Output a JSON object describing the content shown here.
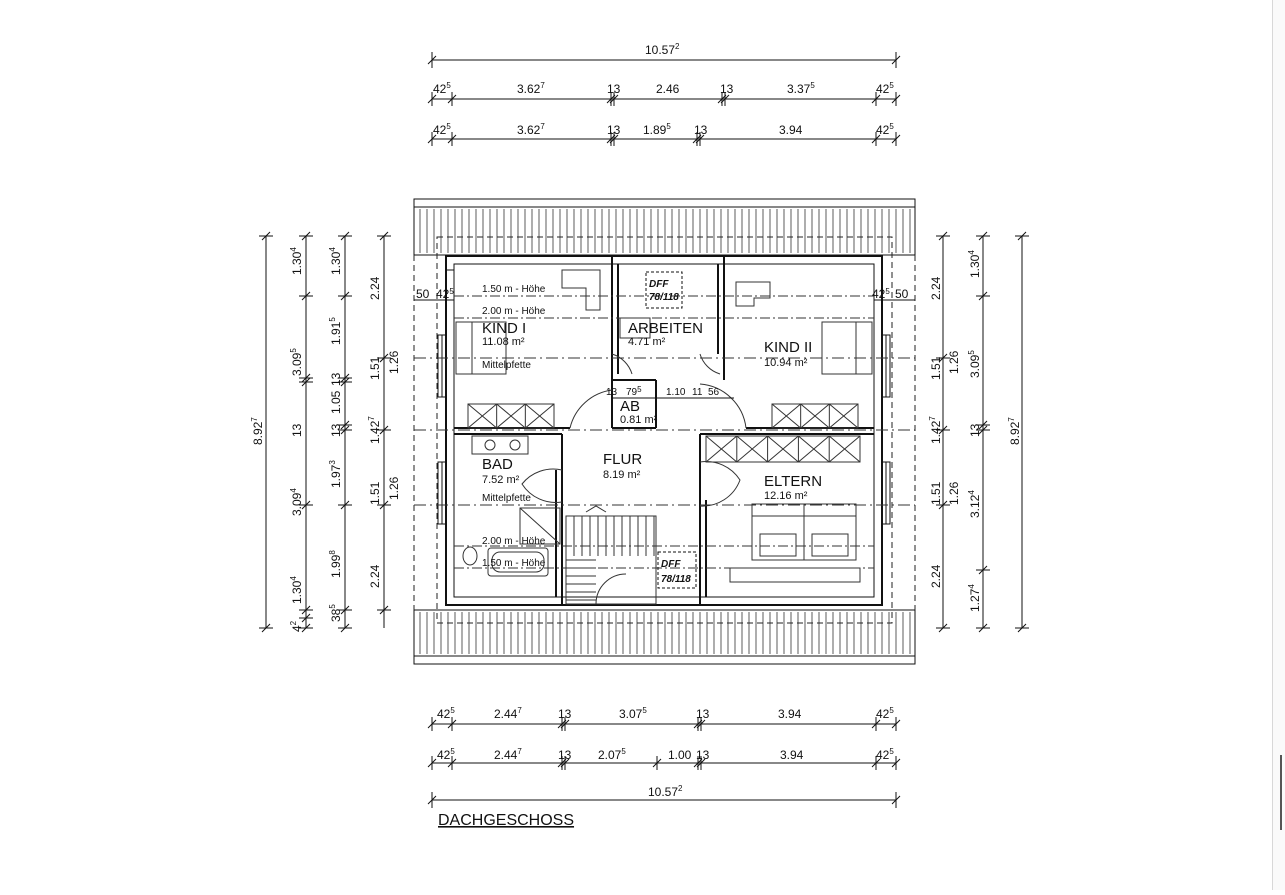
{
  "title": "DACHGESCHOSS",
  "top_dims": {
    "overall": {
      "main": "10.57",
      "sup": "2"
    },
    "row1": [
      {
        "main": "42",
        "sup": "5"
      },
      {
        "main": "3.62",
        "sup": "7"
      },
      {
        "main": "13",
        "sup": ""
      },
      {
        "main": "2.46",
        "sup": ""
      },
      {
        "main": "13",
        "sup": ""
      },
      {
        "main": "3.37",
        "sup": "5"
      },
      {
        "main": "42",
        "sup": "5"
      }
    ],
    "row2": [
      {
        "main": "42",
        "sup": "5"
      },
      {
        "main": "3.62",
        "sup": "7"
      },
      {
        "main": "13",
        "sup": ""
      },
      {
        "main": "1.89",
        "sup": "5"
      },
      {
        "main": "13",
        "sup": ""
      },
      {
        "main": "3.94",
        "sup": ""
      },
      {
        "main": "42",
        "sup": "5"
      }
    ]
  },
  "bottom_dims": {
    "row1": [
      {
        "main": "42",
        "sup": "5"
      },
      {
        "main": "2.44",
        "sup": "7"
      },
      {
        "main": "13",
        "sup": ""
      },
      {
        "main": "3.07",
        "sup": "5"
      },
      {
        "main": "13",
        "sup": ""
      },
      {
        "main": "3.94",
        "sup": ""
      },
      {
        "main": "42",
        "sup": "5"
      }
    ],
    "row2": [
      {
        "main": "42",
        "sup": "5"
      },
      {
        "main": "2.44",
        "sup": "7"
      },
      {
        "main": "13",
        "sup": ""
      },
      {
        "main": "2.07",
        "sup": "5"
      },
      {
        "main": "1.00",
        "sup": ""
      },
      {
        "main": "13",
        "sup": ""
      },
      {
        "main": "3.94",
        "sup": ""
      },
      {
        "main": "42",
        "sup": "5"
      }
    ],
    "overall": {
      "main": "10.57",
      "sup": "2"
    }
  },
  "left_dims": {
    "overall": {
      "main": "8.92",
      "sup": "7"
    },
    "col1": [
      {
        "main": "1.30",
        "sup": "4"
      },
      {
        "main": "3.09",
        "sup": "5"
      },
      {
        "main": "13",
        "sup": ""
      },
      {
        "main": "3.09",
        "sup": "4"
      },
      {
        "main": "1.30",
        "sup": "4"
      },
      {
        "main": "4",
        "sup": "2"
      }
    ],
    "col2": [
      {
        "main": "1.30",
        "sup": "4"
      },
      {
        "main": "1.91",
        "sup": "5"
      },
      {
        "main": "13",
        "sup": ""
      },
      {
        "main": "1.05",
        "sup": ""
      },
      {
        "main": "13",
        "sup": ""
      },
      {
        "main": "1.97",
        "sup": "3"
      },
      {
        "main": "1.99",
        "sup": "8"
      },
      {
        "main": "38",
        "sup": "5"
      }
    ],
    "col3": [
      {
        "main": "2.24",
        "sup": ""
      },
      {
        "main": "1.51",
        "sup": ""
      },
      {
        "main": "1.42",
        "sup": "7"
      },
      {
        "main": "1.51",
        "sup": ""
      },
      {
        "main": "2.24",
        "sup": ""
      }
    ],
    "col4": [
      {
        "main": "1.26",
        "sup": ""
      },
      {
        "main": "1.26",
        "sup": ""
      }
    ]
  },
  "right_dims": {
    "overall": {
      "main": "8.92",
      "sup": "7"
    },
    "col1": [
      {
        "main": "2.24",
        "sup": ""
      },
      {
        "main": "1.51",
        "sup": ""
      },
      {
        "main": "1.42",
        "sup": "7"
      },
      {
        "main": "1.51",
        "sup": ""
      },
      {
        "main": "2.24",
        "sup": ""
      }
    ],
    "col2": [
      {
        "main": "1.26",
        "sup": ""
      },
      {
        "main": "1.26",
        "sup": ""
      }
    ],
    "col3": [
      {
        "main": "1.30",
        "sup": "4"
      },
      {
        "main": "3.09",
        "sup": "5"
      },
      {
        "main": "13",
        "sup": ""
      },
      {
        "main": "3.12",
        "sup": "4"
      },
      {
        "main": "1.27",
        "sup": "4"
      }
    ]
  },
  "inner_dims": {
    "left_50": "50",
    "left_42": {
      "main": "42",
      "sup": "5"
    },
    "right_50": "50",
    "right_42": {
      "main": "42",
      "sup": "5"
    },
    "ab_13": "13",
    "ab_79": {
      "main": "79",
      "sup": "5"
    },
    "ab_110": "1.10",
    "ab_11": "11",
    "ab_56": {
      "main": "56",
      "sup": ""
    }
  },
  "rooms": {
    "kind1": {
      "name": "KIND I",
      "area": "11.08 m²",
      "note": "Mittelpfette"
    },
    "arbeiten": {
      "name": "ARBEITEN",
      "area": "4.71 m²"
    },
    "kind2": {
      "name": "KIND II",
      "area": "10.94 m²"
    },
    "ab": {
      "name": "AB",
      "area": "0.81 m²"
    },
    "flur": {
      "name": "FLUR",
      "area": "8.19 m²"
    },
    "bad": {
      "name": "BAD",
      "area": "7.52 m²",
      "note": "Mittelpfette"
    },
    "eltern": {
      "name": "ELTERN",
      "area": "12.16 m²"
    }
  },
  "height_lines": {
    "top_150": "1.50 m - Höhe",
    "top_200": "2.00 m - Höhe",
    "bottom_200": "2.00 m - Höhe",
    "bottom_150": "1.50 m - Höhe"
  },
  "dff": {
    "top": {
      "line1": "DFF",
      "line2": "78/118"
    },
    "bottom": {
      "line1": "DFF",
      "line2": "78/118"
    }
  }
}
